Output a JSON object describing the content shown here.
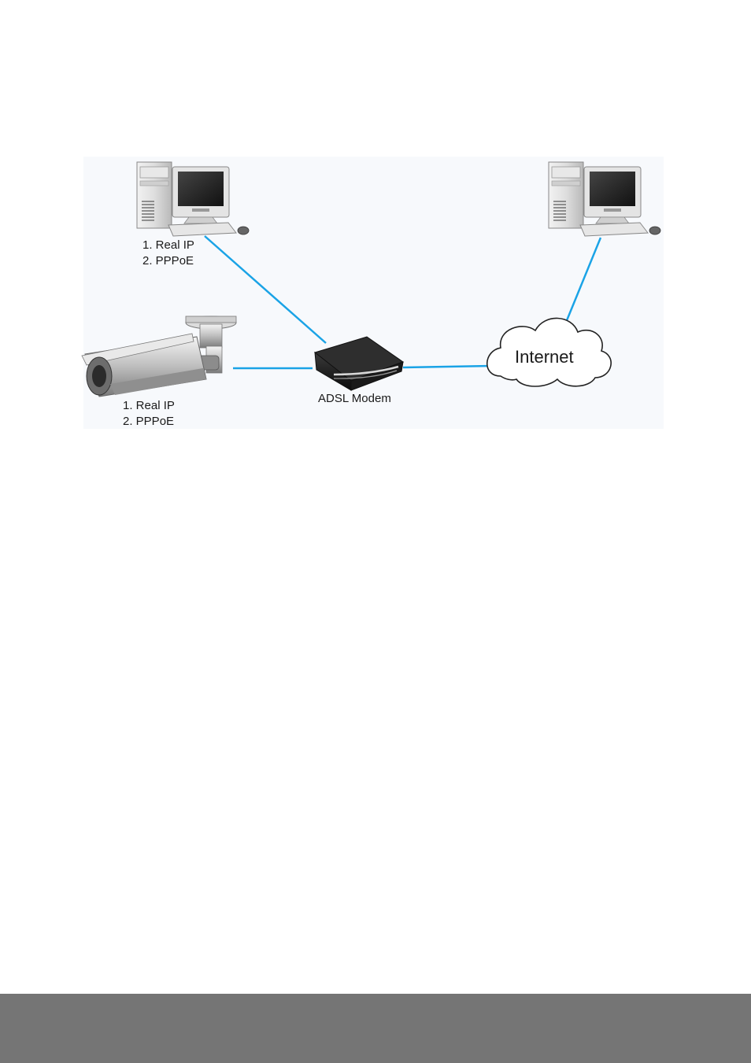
{
  "diagram": {
    "pc_left": {
      "line1": "1. Real IP",
      "line2": "2. PPPoE"
    },
    "camera": {
      "line1": "1. Real IP",
      "line2": "2. PPPoE"
    },
    "modem": {
      "label": "ADSL Modem"
    },
    "cloud": {
      "label": "Internet"
    },
    "link_color": "#1aa3e6"
  }
}
